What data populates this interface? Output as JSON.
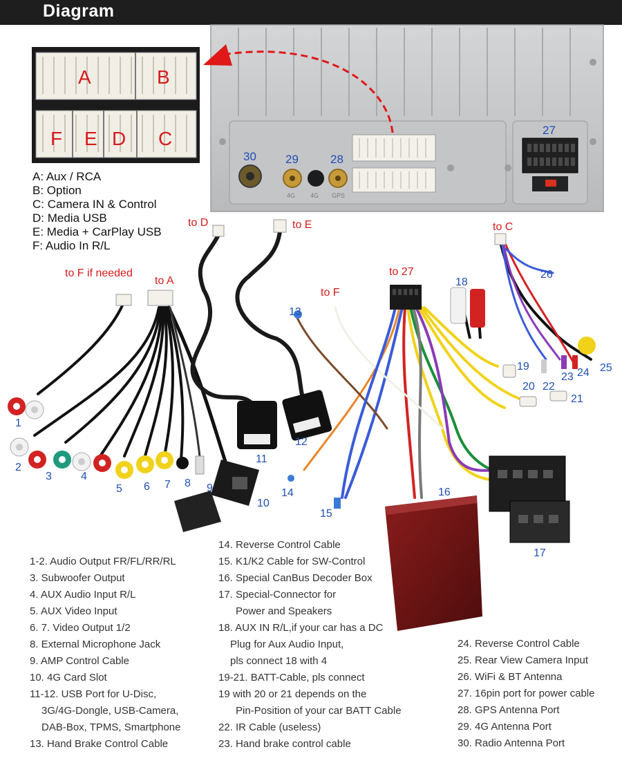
{
  "header": {
    "title": "Diagram"
  },
  "connector_inset": {
    "letters": [
      "A",
      "B",
      "F",
      "E",
      "D",
      "C"
    ]
  },
  "connector_legend": [
    "A: Aux / RCA",
    "B: Option",
    "C: Camera IN & Control",
    "D: Media USB",
    "E: Media + CarPlay USB",
    "F: Audio In R/L"
  ],
  "unit_ports": {
    "p30": "30",
    "p29": "29",
    "p28": "28",
    "p27": "27",
    "sub_4g_a": "4G",
    "sub_4g_b": "4G",
    "sub_gps": "GPS"
  },
  "callouts": {
    "to_d": "to D",
    "to_e": "to E",
    "to_c": "to C",
    "to_f_needed": "to F if needed",
    "to_a": "to A",
    "to_f": "to F",
    "to_27": "to 27"
  },
  "part_numbers": [
    "1",
    "2",
    "3",
    "4",
    "5",
    "6",
    "7",
    "8",
    "9",
    "10",
    "11",
    "12",
    "13",
    "14",
    "15",
    "16",
    "17",
    "18",
    "19",
    "20",
    "21",
    "22",
    "23",
    "24",
    "25",
    "26"
  ],
  "descriptions": {
    "col1": [
      "1-2. Audio Output FR/FL/RR/RL",
      "3. Subwoofer Output",
      "4. AUX Audio Input R/L",
      "5. AUX Video Input",
      "6. 7. Video Output 1/2",
      "8. External Microphone Jack",
      "9. AMP Control Cable",
      "10. 4G Card Slot",
      "11-12. USB Port for U-Disc,",
      "3G/4G-Dongle, USB-Camera,",
      "DAB-Box, TPMS, Smartphone",
      "13. Hand Brake Control Cable"
    ],
    "col2": [
      "14. Reverse Control Cable",
      "15. K1/K2 Cable for SW-Control",
      "16. Special CanBus Decoder Box",
      "17. Special-Connector for",
      "Power and Speakers",
      "18. AUX IN R/L,if your car has a DC",
      "Plug for Aux Audio Input,",
      "pls connect 18 with 4",
      "19-21. BATT-Cable, pls connect",
      "19 with 20 or 21 depends on the",
      "Pin-Position of your car BATT Cable",
      "22. IR Cable (useless)",
      "23. Hand brake control cable"
    ],
    "col3": [
      "24. Reverse Control Cable",
      "25. Rear View Camera Input",
      "26. WiFi & BT Antenna",
      "27. 16pin port for power cable",
      "28. GPS Antenna Port",
      "29. 4G Antenna Port",
      "30. Radio Antenna Port"
    ]
  },
  "colors": {
    "header_bg": "#1e1e1e",
    "callout_red": "#d81b1b",
    "number_blue": "#1f4fb5",
    "unit_silver": "#c9cacc"
  }
}
